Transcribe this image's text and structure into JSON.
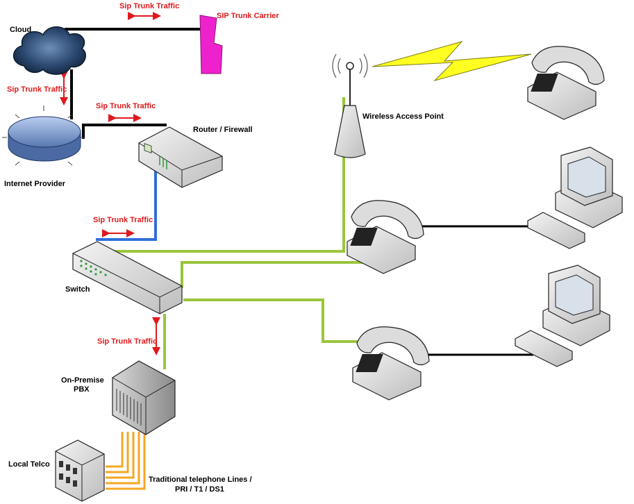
{
  "labels": {
    "cloud": "Cloud",
    "internet_provider": "Internet Provider",
    "router": "Router / Firewall",
    "switch": "Switch",
    "pbx_line1": "On-Premise",
    "pbx_line2": "PBX",
    "local_telco": "Local Telco",
    "wap": "Wireless Access Point",
    "sip_carrier": "SIP Trunk Carrier",
    "traditional_line1": "Traditional telephone Lines /",
    "traditional_line2": "PRI / T1 / DS1"
  },
  "traffic_labels": {
    "top": "Sip Trunk Traffic",
    "cloud_side": "Sip Trunk Traffic",
    "router_link": "Sip Trunk Traffic",
    "switch_link": "Sip Trunk Traffic",
    "pbx_link": "Sip Trunk Traffic"
  },
  "colors": {
    "black_link": "#000000",
    "blue_link": "#2f6fd8",
    "green_link": "#9ac53c",
    "orange_link": "#f5a623",
    "traffic_text": "#e0191d",
    "carrier": "#ee22cc",
    "bolt": "#ffff22"
  }
}
